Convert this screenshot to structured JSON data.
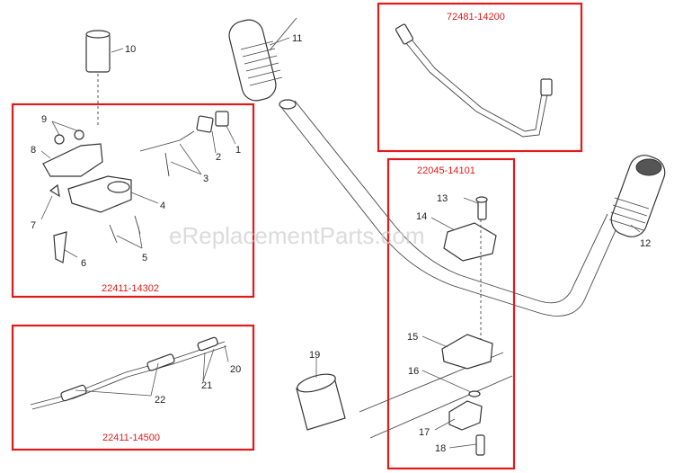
{
  "watermark": "eReplacementParts.com",
  "kits": {
    "cable_assembly": "72481-14200",
    "clamp_kit": "22045-14101",
    "control_lever_kit": "22411-14302",
    "cable_kit": "22411-14500"
  },
  "callouts": {
    "p1": "1",
    "p2": "2",
    "p3": "3",
    "p4": "4",
    "p5": "5",
    "p6": "6",
    "p7": "7",
    "p8": "8",
    "p9": "9",
    "p10": "10",
    "p11": "11",
    "p12": "12",
    "p13": "13",
    "p14": "14",
    "p15": "15",
    "p16": "16",
    "p17": "17",
    "p18": "18",
    "p19": "19",
    "p20": "20",
    "p21": "21",
    "p22": "22"
  },
  "colors": {
    "kit_box": "#e01a1a",
    "line": "#333333"
  }
}
